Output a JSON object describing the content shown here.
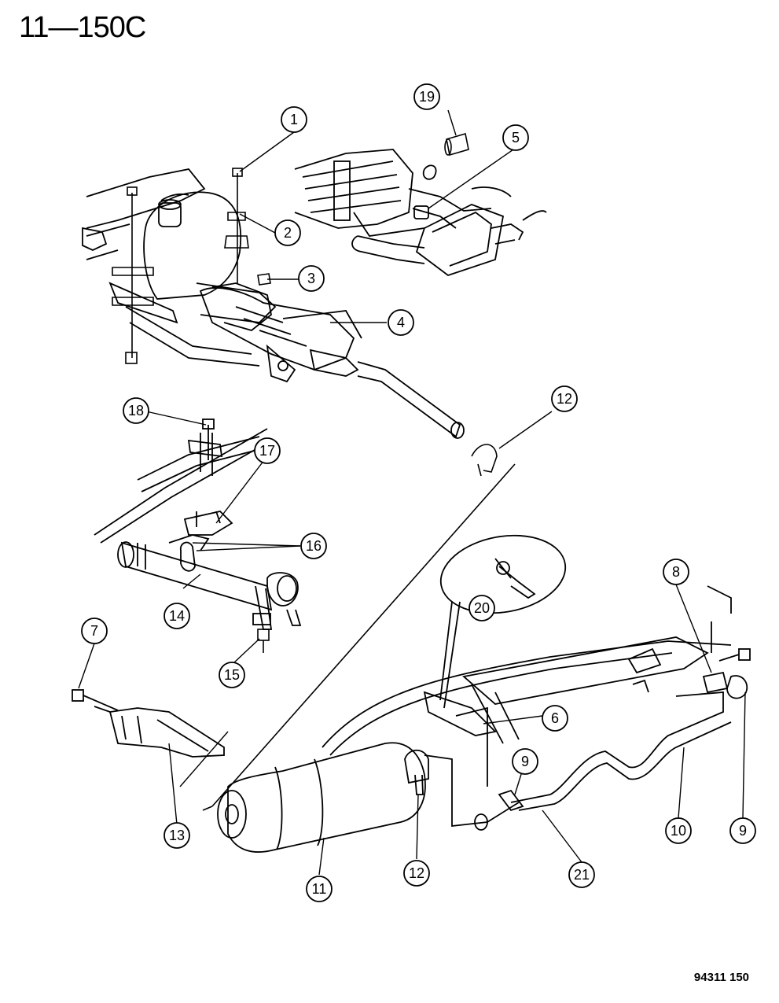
{
  "header": {
    "title": "11—150C"
  },
  "footer": {
    "figure_id": "94311  150"
  },
  "callouts": [
    {
      "number": "1"
    },
    {
      "number": "2"
    },
    {
      "number": "3"
    },
    {
      "number": "4"
    },
    {
      "number": "5"
    },
    {
      "number": "6"
    },
    {
      "number": "7"
    },
    {
      "number": "8"
    },
    {
      "number": "9"
    },
    {
      "number": "9"
    },
    {
      "number": "10"
    },
    {
      "number": "11"
    },
    {
      "number": "12"
    },
    {
      "number": "12"
    },
    {
      "number": "13"
    },
    {
      "number": "14"
    },
    {
      "number": "15"
    },
    {
      "number": "16"
    },
    {
      "number": "17"
    },
    {
      "number": "18"
    },
    {
      "number": "19"
    },
    {
      "number": "20"
    },
    {
      "number": "21"
    }
  ]
}
